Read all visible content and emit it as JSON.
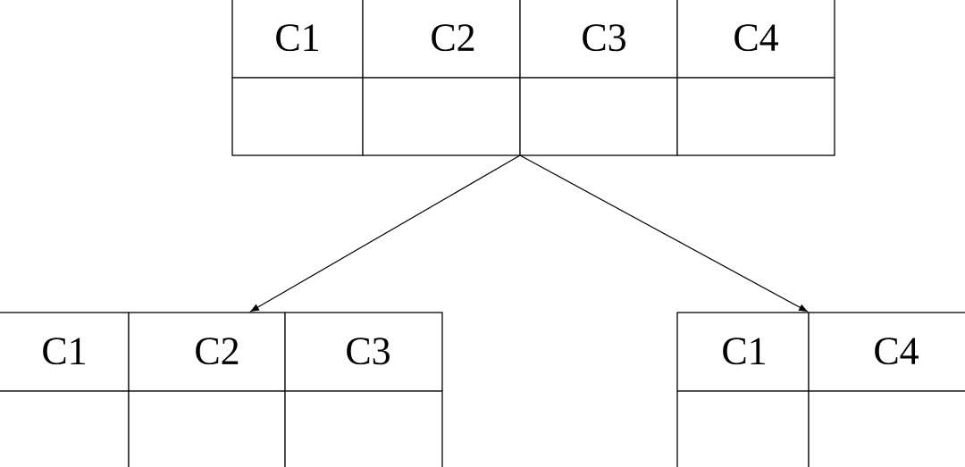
{
  "tables": [
    {
      "id": "parent",
      "columns": [
        "C1",
        "C2",
        "C3",
        "C4"
      ]
    },
    {
      "id": "left-child",
      "columns": [
        "C1",
        "C2",
        "C3"
      ]
    },
    {
      "id": "right-child",
      "columns": [
        "C1",
        "C4"
      ]
    }
  ],
  "edges": [
    {
      "from": "parent",
      "to": "left-child"
    },
    {
      "from": "parent",
      "to": "right-child"
    }
  ],
  "colors": {
    "line": "#000000",
    "background": "#ffffff"
  }
}
